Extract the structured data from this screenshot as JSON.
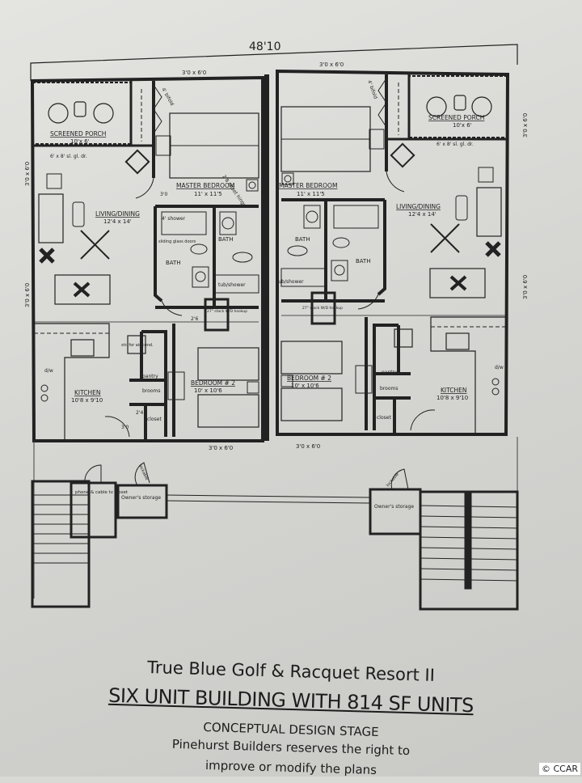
{
  "overall_dimension": "48'10",
  "units": {
    "left": {
      "screened_porch": {
        "name": "SCREENED PORCH",
        "size": "10'x 6'"
      },
      "slider": "6' x 8' sl. gl. dr.",
      "bifold": "4' bifold",
      "master_bedroom": {
        "name": "MASTER BEDROOM",
        "size": "11' x 11'5"
      },
      "living_dining": {
        "name": "LIVING/DINING",
        "size": "12'4 x 14'"
      },
      "bath1": "BATH",
      "bath2": "BATH",
      "shower": "4' shower",
      "glass_doors": "sliding glass doors",
      "offset_hinge": "2'8 offset hinge",
      "tub": "tub/shower",
      "stack": "27\" stack W/D hookup",
      "ac": "str. for air cond.",
      "pantry": "pantry",
      "brooms": "brooms",
      "closet": "closet",
      "dw": "d/w",
      "kitchen": {
        "name": "KITCHEN",
        "size": "10'8 x 9'10"
      },
      "bedroom2": {
        "name": "BEDROOM # 2",
        "size": "10' x 10'6"
      },
      "window_top": "3'0 x 6'0",
      "window_bottom": "3'0 x 6'0",
      "window_side1": "3'0 x 6'0",
      "window_side2": "3'0 x 6'0",
      "door_a": "3'0",
      "door_b": "2'6",
      "door_c": "3'0",
      "door_d": "2'4"
    },
    "right": {
      "screened_porch": {
        "name": "SCREENED PORCH",
        "size": "10'x 6'"
      },
      "slider": "6' x 8' sl. gl. dr.",
      "bifold": "4' bifold",
      "master_bedroom": {
        "name": "MASTER BEDROOM",
        "size": "11' x 11'5"
      },
      "living_dining": {
        "name": "LIVING/DINING",
        "size": "12'4 x 14'"
      },
      "bath1": "BATH",
      "bath2": "BATH",
      "tub": "tub/shower",
      "stack": "27\" stack W/D hookup",
      "pantry": "pantry",
      "brooms": "brooms",
      "closet": "closet",
      "dw": "d/w",
      "kitchen": {
        "name": "KITCHEN",
        "size": "10'8 x 9'10"
      },
      "bedroom2": {
        "name": "BEDROOM # 2",
        "size": "10' x 10'6"
      },
      "window_top": "3'0 x 6'0",
      "window_bottom": "3'0 x 6'0",
      "window_side1": "3'0 x 6'0",
      "window_side2": "3'0 x 6'0"
    }
  },
  "stair_area": {
    "phone_closet": "phone & cable tv closet",
    "owners_storage_left": "Owner's storage",
    "owners_storage_right": "Owner's storage",
    "lockable_left": "lockable",
    "lockable_right": "lockable"
  },
  "caption": {
    "line1": "True Blue Golf & Racquet Resort II",
    "line2": "SIX UNIT BUILDING WITH 814 SF UNITS",
    "line3": "CONCEPTUAL DESIGN STAGE",
    "line4": "Pinehurst Builders reserves the right to",
    "line5": "improve or modify the plans"
  },
  "watermark": "© CCAR"
}
